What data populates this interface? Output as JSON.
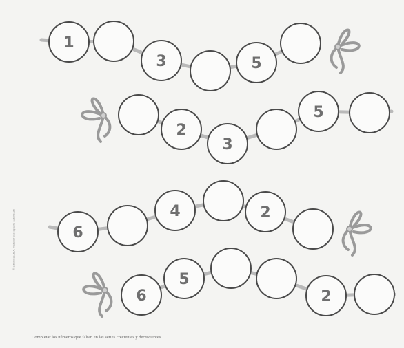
{
  "worksheet": {
    "instruction": "Completar los números que faltan en las series crecientes y decrecientes.",
    "side_note": "© ediciones, S.A. Material fotocopiable autorizado",
    "rows": [
      {
        "order": "increasing",
        "beads": [
          "1",
          "",
          "3",
          "",
          "5",
          ""
        ]
      },
      {
        "order": "increasing",
        "beads": [
          "",
          "2",
          "3",
          "",
          "5",
          ""
        ]
      },
      {
        "order": "decreasing",
        "beads": [
          "6",
          "",
          "4",
          "",
          "2",
          ""
        ]
      },
      {
        "order": "decreasing",
        "beads": [
          "6",
          "5",
          "",
          "",
          "2",
          ""
        ]
      }
    ]
  },
  "colors": {
    "bead_stroke": "#4a4a4a",
    "cord": "#b9b9b9",
    "number": "#6f6f6f"
  }
}
